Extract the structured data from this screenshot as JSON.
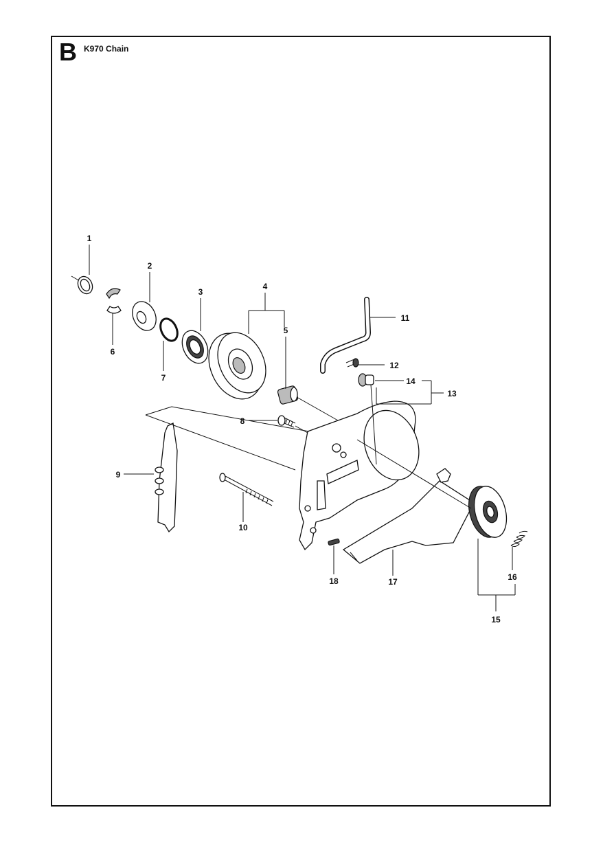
{
  "header": {
    "section_letter": "B",
    "model_title": "K970 Chain"
  },
  "callouts": [
    {
      "id": "c1",
      "label": "1"
    },
    {
      "id": "c2",
      "label": "2"
    },
    {
      "id": "c3",
      "label": "3"
    },
    {
      "id": "c4",
      "label": "4"
    },
    {
      "id": "c5",
      "label": "5"
    },
    {
      "id": "c6",
      "label": "6"
    },
    {
      "id": "c7",
      "label": "7"
    },
    {
      "id": "c8",
      "label": "8"
    },
    {
      "id": "c9",
      "label": "9"
    },
    {
      "id": "c10",
      "label": "10"
    },
    {
      "id": "c11",
      "label": "11"
    },
    {
      "id": "c12",
      "label": "12"
    },
    {
      "id": "c13",
      "label": "13"
    },
    {
      "id": "c14",
      "label": "14"
    },
    {
      "id": "c15",
      "label": "15"
    },
    {
      "id": "c16",
      "label": "16"
    },
    {
      "id": "c17",
      "label": "17"
    },
    {
      "id": "c18",
      "label": "18"
    }
  ]
}
